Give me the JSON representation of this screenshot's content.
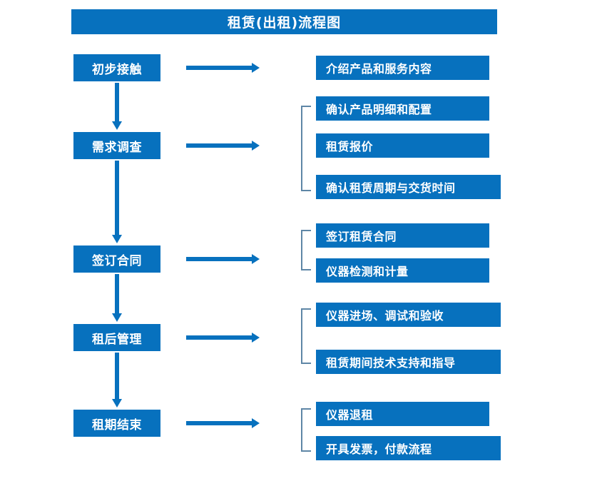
{
  "diagram": {
    "title": "租赁(出租)流程图",
    "colors": {
      "primary": "#0771be",
      "bracket": "#5e86a6",
      "text_on_primary": "#ffffff",
      "background": "#ffffff"
    },
    "stages": [
      {
        "label": "初步接触"
      },
      {
        "label": "需求调查"
      },
      {
        "label": "签订合同"
      },
      {
        "label": "租后管理"
      },
      {
        "label": "租期结束"
      }
    ],
    "tasks": [
      {
        "label": "介绍产品和服务内容"
      },
      {
        "label": "确认产品明细和配置"
      },
      {
        "label": "租赁报价"
      },
      {
        "label": "确认租赁周期与交货时间"
      },
      {
        "label": "签订租赁合同"
      },
      {
        "label": "仪器检测和计量"
      },
      {
        "label": "仪器进场、调试和验收"
      },
      {
        "label": "租赁期间技术支持和指导"
      },
      {
        "label": "仪器退租"
      },
      {
        "label": "开具发票，付款流程"
      }
    ],
    "connectors": {
      "stage_to_tasks_arrow": "right-arrow",
      "stage_to_stage_arrow": "down-arrow",
      "task_group_marker": "left-bracket"
    }
  }
}
